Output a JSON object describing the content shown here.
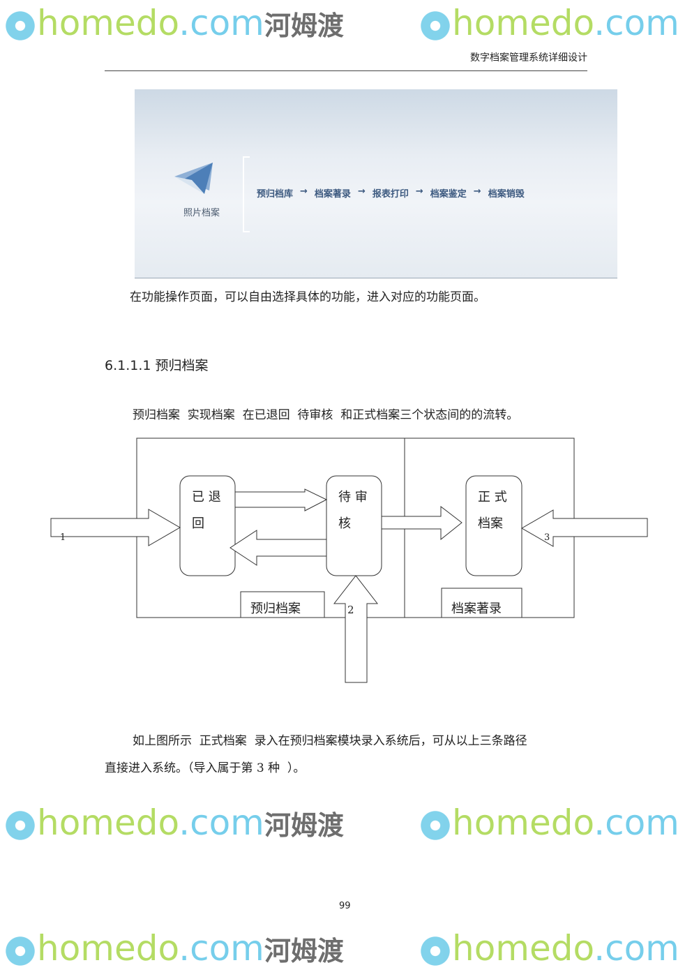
{
  "header": {
    "title": "数字档案管理系统详细设计"
  },
  "screenshot": {
    "module_label": "照片档案",
    "flow": [
      "预归档库",
      "档案著录",
      "报表打印",
      "档案鉴定",
      "档案销毁"
    ],
    "arrow": "→"
  },
  "para1": "在功能操作页面，可以自由选择具体的功能，进入对应的功能页面。",
  "heading": "6.1.1.1 预归档案",
  "para2": "预归档案  实现档案  在已退回  待审核  和正式档案三个状态间的的流转。",
  "diagram": {
    "box_returned_1": "已 退",
    "box_returned_2": "回",
    "box_pending_1": "待 审",
    "box_pending_2": "核",
    "box_formal_1": "正 式",
    "box_formal_2": "档案",
    "label_left": "预归档案",
    "label_right": "档案著录",
    "arrow1": "1",
    "arrow2": "2",
    "arrow3": "3"
  },
  "para3_line1": "如上图所示  正式档案  录入在预归档案模块录入系统后，可从以上三条路径",
  "para3_line2": "直接进入系统。（导入属于第 3 种  ）。",
  "page_number": "99",
  "watermark": {
    "latin_a": "home",
    "latin_b": "do",
    "domain": ".com",
    "cn": "河姆渡"
  }
}
